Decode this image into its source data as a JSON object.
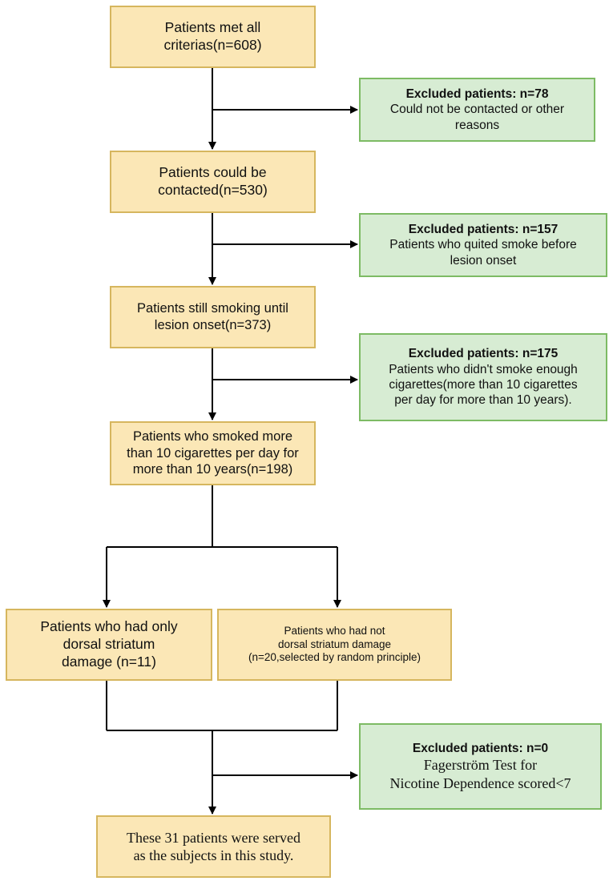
{
  "flowchart": {
    "box_colors": {
      "step_fill": "#fbe7b6",
      "step_border": "#d6b65e",
      "excluded_fill": "#d7ecd3",
      "excluded_border": "#7dbb64",
      "connector": "#000000"
    },
    "steps": {
      "met_criteria": {
        "line1": "Patients met all",
        "line2": "criterias(n=608)"
      },
      "contacted": {
        "line1": "Patients could be",
        "line2": "contacted(n=530)"
      },
      "still_smoking": {
        "line1": "Patients still smoking until",
        "line2": "lesion onset(n=373)"
      },
      "smoked_enough": {
        "line1": "Patients who smoked more",
        "line2": "than 10 cigarettes per day for",
        "line3": "more than 10 years(n=198)"
      },
      "only_dorsal_striatum": {
        "line1": "Patients who had only",
        "line2": "dorsal striatum",
        "line3": "damage (n=11)"
      },
      "not_dorsal_striatum": {
        "line1": "Patients who had not",
        "line2": "dorsal striatum damage",
        "line3": "(n=20,selected by random principle)"
      },
      "final_subjects": {
        "line1": "These 31 patients were served",
        "line2": "as the subjects in this study."
      }
    },
    "exclusions": {
      "ex1": {
        "title": "Excluded patients: n=78",
        "line1": "Could not be contacted or other",
        "line2": "reasons"
      },
      "ex2": {
        "title": "Excluded patients: n=157",
        "line1": "Patients who quited smoke before",
        "line2": "lesion onset"
      },
      "ex3": {
        "title": "Excluded patients: n=175",
        "line1": "Patients who didn't smoke enough",
        "line2": "cigarettes(more than 10 cigarettes",
        "line3": "per day for more than 10 years)."
      },
      "ex4": {
        "title": "Excluded patients: n=0",
        "line1": "Fagerström Test for",
        "line2": "Nicotine Dependence scored<7"
      }
    }
  }
}
